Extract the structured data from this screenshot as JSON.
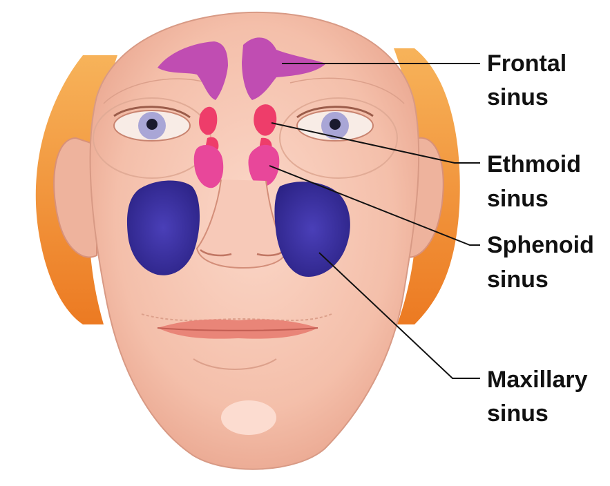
{
  "labels": {
    "frontal": {
      "line1": "Frontal",
      "line2": "sinus"
    },
    "ethmoid": {
      "line1": "Ethmoid",
      "line2": "sinus"
    },
    "sphenoid": {
      "line1": "Sphenoid",
      "line2": "sinus"
    },
    "maxillary": {
      "line1": "Maxillary",
      "line2": "sinus"
    }
  },
  "colors": {
    "skin": "#f6c6b4",
    "skin_shadow": "#e7a894",
    "hair": "#f08a2c",
    "hair_light": "#f7b35a",
    "frontal_sinus": "#c04db2",
    "ethmoid_sinus": "#ee3d6a",
    "sphenoid_sinus": "#e8479a",
    "maxillary_sinus": "#3a2f9f",
    "lips": "#e98578",
    "iris": "#a9a6d6"
  }
}
